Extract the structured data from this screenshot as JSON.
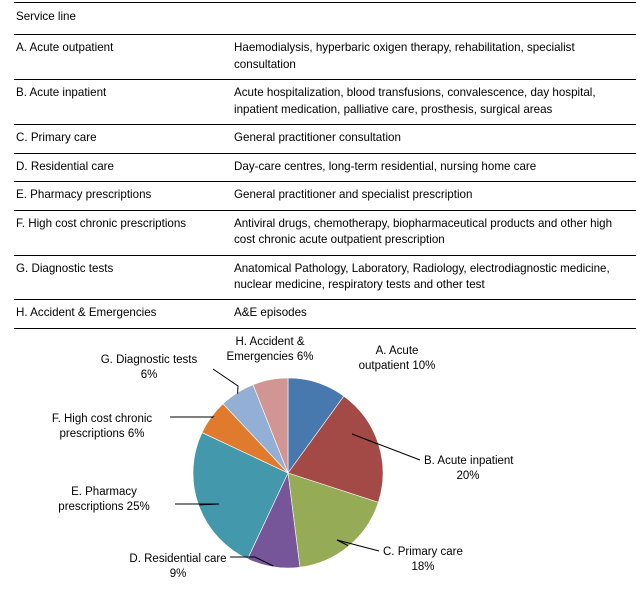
{
  "table": {
    "header": "Service line",
    "rows": [
      {
        "name": "A. Acute outpatient",
        "desc": "Haemodialysis, hyperbaric oxigen therapy, rehabilitation, specialist consultation"
      },
      {
        "name": "B. Acute inpatient",
        "desc": "Acute hospitalization, blood transfusions, convalescence, day hospital, inpatient medication, palliative care, prosthesis, surgical areas"
      },
      {
        "name": "C. Primary care",
        "desc": "General practitioner consultation"
      },
      {
        "name": "D. Residential care",
        "desc": "Day-care centres, long-term residential, nursing home care"
      },
      {
        "name": "E. Pharmacy prescriptions",
        "desc": "General practitioner and specialist prescription"
      },
      {
        "name": "F. High cost chronic prescriptions",
        "desc": "Antiviral drugs, chemotherapy, biopharmaceutical products and other high cost chronic acute outpatient prescription"
      },
      {
        "name": "G. Diagnostic tests",
        "desc": "Anatomical Pathology, Laboratory, Radiology, electrodiagnostic medicine, nuclear medicine, respiratory tests and other test"
      },
      {
        "name": "H. Accident & Emergencies",
        "desc": "A&E episodes"
      }
    ]
  },
  "chart_data": {
    "type": "pie",
    "title": "",
    "start_angle_deg": 0,
    "direction": "clockwise",
    "legend": "none",
    "labels_position": "outside-with-leader-lines",
    "categories": [
      "A. Acute outpatient",
      "B. Acute inpatient",
      "C. Primary care",
      "D. Residential care",
      "E. Pharmacy prescriptions",
      "F. High cost chronic prescriptions",
      "G. Diagnostic tests",
      "H. Accident & Emergencies"
    ],
    "values": [
      10,
      20,
      18,
      9,
      25,
      6,
      6,
      6
    ],
    "value_suffix": "%",
    "colors": [
      "#4779AE",
      "#A34A47",
      "#96AB56",
      "#775599",
      "#4498AC",
      "#E07B2D",
      "#93AFD5",
      "#D19693"
    ],
    "slice_labels": [
      {
        "line1": "A. Acute",
        "line2": "outpatient 10%"
      },
      {
        "line1": "B. Acute inpatient",
        "line2": "20%"
      },
      {
        "line1": "C. Primary care",
        "line2": "18%"
      },
      {
        "line1": "D. Residential care",
        "line2": "9%"
      },
      {
        "line1": "E. Pharmacy",
        "line2": "prescriptions 25%"
      },
      {
        "line1": "F. High cost chronic",
        "line2": "prescriptions 6%"
      },
      {
        "line1": "G. Diagnostic tests",
        "line2": "6%"
      },
      {
        "line1": "H. Accident &",
        "line2": "Emergencies 6%"
      }
    ]
  }
}
